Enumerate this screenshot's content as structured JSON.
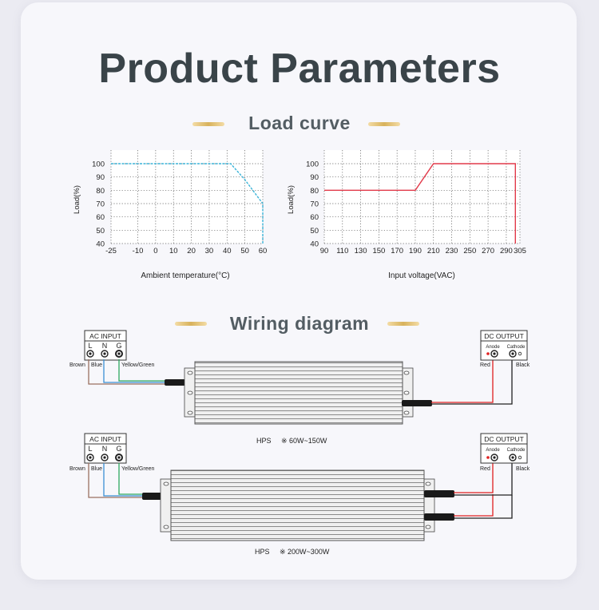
{
  "page_title": "Product Parameters",
  "sections": {
    "load_curve": "Load curve",
    "wiring": "Wiring diagram"
  },
  "chart_data": [
    {
      "type": "line",
      "title": "",
      "xlabel": "Ambient temperature(°C)",
      "ylabel": "Load(%)",
      "x_ticks": [
        -25,
        -10,
        0,
        10,
        20,
        30,
        40,
        50,
        60
      ],
      "y_ticks": [
        40,
        50,
        60,
        70,
        80,
        90,
        100
      ],
      "xlim": [
        -25,
        60
      ],
      "ylim": [
        40,
        100
      ],
      "grid": true,
      "color": "#3cb4d8",
      "series": [
        {
          "name": "Load",
          "x": [
            -25,
            42,
            50,
            60,
            60
          ],
          "y": [
            100,
            100,
            88,
            70,
            40
          ]
        }
      ]
    },
    {
      "type": "line",
      "title": "",
      "xlabel": "Input voltage(VAC)",
      "ylabel": "Load(%)",
      "x_ticks": [
        90,
        110,
        130,
        150,
        170,
        190,
        210,
        230,
        250,
        270,
        290,
        305
      ],
      "y_ticks": [
        40,
        50,
        60,
        70,
        80,
        90,
        100
      ],
      "xlim": [
        90,
        305
      ],
      "ylim": [
        40,
        100
      ],
      "grid": true,
      "color": "#e23a4a",
      "series": [
        {
          "name": "Load",
          "x": [
            90,
            190,
            210,
            300,
            300
          ],
          "y": [
            80,
            80,
            100,
            100,
            40
          ]
        }
      ]
    }
  ],
  "wiring": {
    "ac_input": {
      "title": "AC INPUT",
      "terminals": [
        "L",
        "N",
        "G"
      ],
      "wires": [
        "Brown",
        "Blue",
        "Yellow/Green"
      ]
    },
    "dc_output": {
      "title": "DC OUTPUT",
      "terminals": [
        "Anode",
        "Cathode"
      ],
      "wires": [
        "Red",
        "Black"
      ]
    },
    "models": [
      {
        "series": "HPS",
        "range": "※ 60W~150W"
      },
      {
        "series": "HPS",
        "range": "※ 200W~300W"
      }
    ]
  }
}
